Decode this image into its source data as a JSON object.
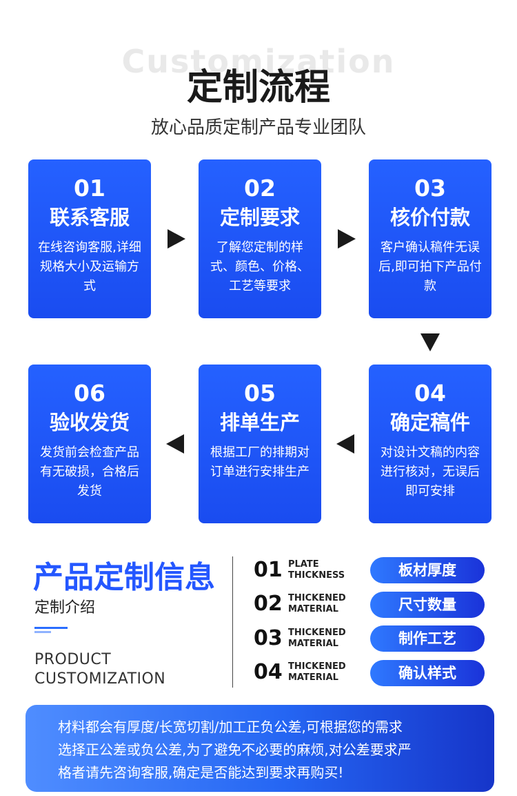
{
  "header": {
    "ghost_text": "Customization",
    "title": "定制流程",
    "subtitle": "放心品质定制产品专业团队"
  },
  "steps": [
    {
      "num": "01",
      "name": "联系客服",
      "desc": "在线咨询客服,详细规格大小及运输方式"
    },
    {
      "num": "02",
      "name": "定制要求",
      "desc": "了解您定制的样式、颜色、价格、工艺等要求"
    },
    {
      "num": "03",
      "name": "核价付款",
      "desc": "客户确认稿件无误后,即可拍下产品付款"
    },
    {
      "num": "04",
      "name": "确定稿件",
      "desc": "对设计文稿的内容进行核对，无误后即可安排"
    },
    {
      "num": "05",
      "name": "排单生产",
      "desc": "根据工厂的排期对订单进行安排生产"
    },
    {
      "num": "06",
      "name": "验收发货",
      "desc": "发货前会检查产品有无破损，合格后发货"
    }
  ],
  "info": {
    "title": "产品定制信息",
    "subtitle": "定制介绍",
    "english_line1": "PRODUCT",
    "english_line2": "CUSTOMIZATION",
    "rows": [
      {
        "num": "01",
        "en_line1": "PLATE",
        "en_line2": "THICKNESS",
        "label": "板材厚度"
      },
      {
        "num": "02",
        "en_line1": "THICKENED",
        "en_line2": "MATERIAL",
        "label": "尺寸数量"
      },
      {
        "num": "03",
        "en_line1": "THICKENED",
        "en_line2": "MATERIAL",
        "label": "制作工艺"
      },
      {
        "num": "04",
        "en_line1": "THICKENED",
        "en_line2": "MATERIAL",
        "label": "确认样式"
      }
    ]
  },
  "note": {
    "line1": "材料都会有厚度/长宽切割/加工正负公差,可根据您的需求",
    "line2": "选择正公差或负公差,为了避免不必要的麻烦,对公差要求严",
    "line3": "格者请先咨询客服,确定是否能达到要求再购买!"
  },
  "colors": {
    "card_blue": "#1f55f5",
    "accent_blue": "#2457ff",
    "text_dark": "#1a1a1a"
  }
}
